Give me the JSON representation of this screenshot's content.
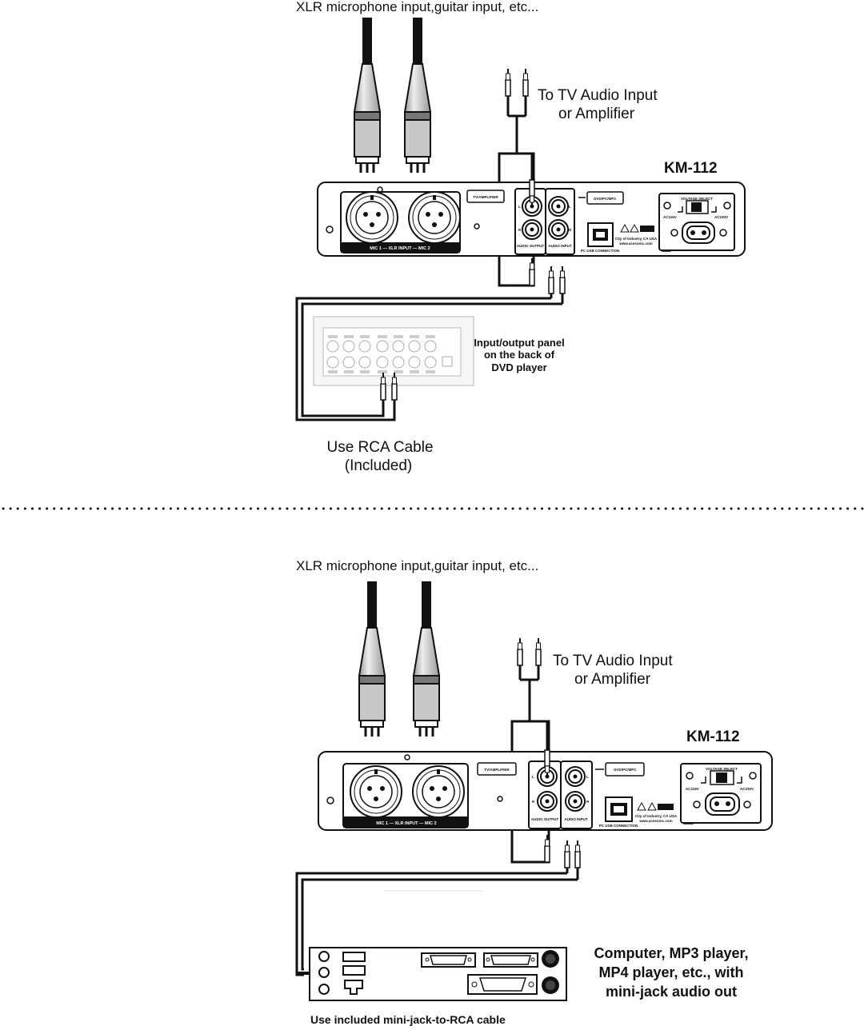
{
  "top_diagram": {
    "input_caption": "XLR microphone input,guitar input, etc...",
    "tv_caption_line1": "To TV Audio Input",
    "tv_caption_line2": "or Amplifier",
    "model": "KM-112",
    "panel": {
      "tv_amplifier": "TV/AMPLIFIER",
      "dvd_pc_mp3": "DVD/PC/MP3",
      "voltage_select": "VOLTAGE SELECT",
      "ac115": "AC115V",
      "ac230": "AC230V",
      "xlr_label": "MIC 1 — XLR INPUT — MIC 2",
      "audio_output": "AUDIO OUTPUT",
      "audio_input": "AUDIO INPUT",
      "pc_usb": "PC USB CONNECTION",
      "address": "City of Industry, CA USA",
      "website": "www.acesonic.com",
      "ch_l": "L",
      "ch_r": "R"
    },
    "dvd_caption_line1": "Input/output panel",
    "dvd_caption_line2": "on the back of",
    "dvd_caption_line3": "DVD player",
    "cable_caption_line1": "Use RCA Cable",
    "cable_caption_line2": "(Included)"
  },
  "bottom_diagram": {
    "input_caption": "XLR microphone input,guitar input, etc...",
    "tv_caption_line1": "To TV Audio Input",
    "tv_caption_line2": "or Amplifier",
    "model": "KM-112",
    "panel": {
      "tv_amplifier": "TV/AMPLIFIER",
      "dvd_pc_mp3": "DVD/PC/MP3",
      "voltage_select": "VOLTAGE SELECT",
      "ac115": "AC115V",
      "ac230": "AC230V",
      "xlr_label": "MIC 1 — XLR INPUT — MIC 2",
      "audio_output": "AUDIO OUTPUT",
      "audio_input": "AUDIO INPUT",
      "pc_usb": "PC USB CONNECTION",
      "address": "City of Industry, CA USA",
      "website": "www.acesonic.com",
      "ch_l": "L",
      "ch_r": "R"
    },
    "computer_caption_line1": "Computer, MP3 player,",
    "computer_caption_line2": "MP4 player, etc., with",
    "computer_caption_line3": "mini-jack audio out",
    "cable_caption": "Use included mini-jack-to-RCA cable"
  }
}
